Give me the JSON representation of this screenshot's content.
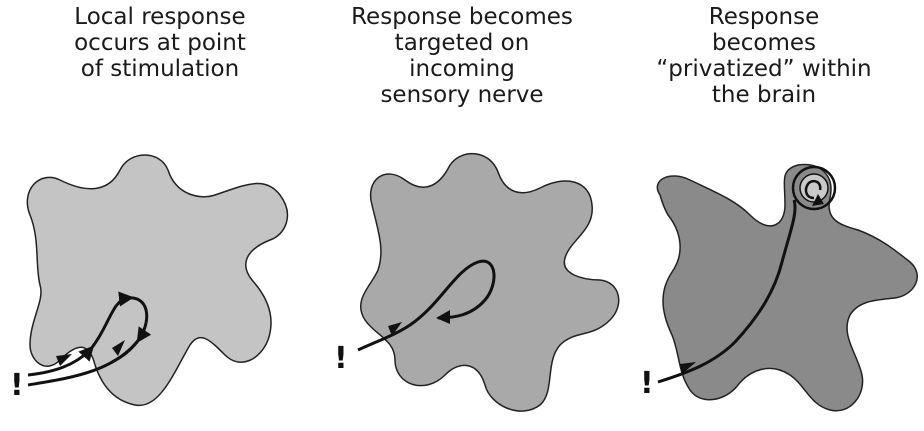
{
  "panels": [
    {
      "caption": "Local response\noccurs at point\nof stimulation",
      "shape_color": "#c4c4c4",
      "stimulus": "!"
    },
    {
      "caption": "Response becomes\ntargeted on\nincoming\nsensory nerve",
      "shape_color": "#a9a9a9",
      "stimulus": "!"
    },
    {
      "caption": "Response\nbecomes\n“privatized” within\nthe brain",
      "shape_color": "#8a8a8a",
      "stimulus": "!"
    }
  ]
}
